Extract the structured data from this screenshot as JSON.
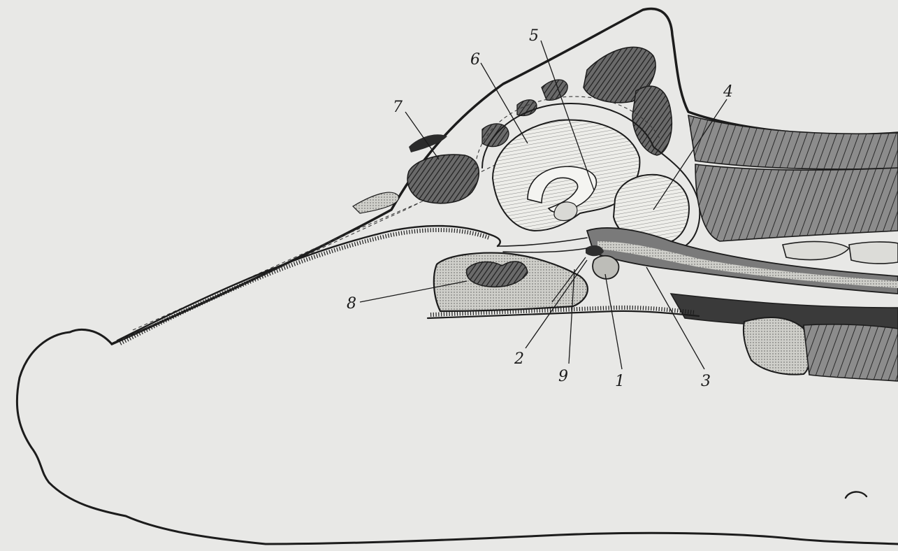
{
  "figure": {
    "labels": [
      {
        "id": "1",
        "text": "1"
      },
      {
        "id": "2",
        "text": "2"
      },
      {
        "id": "3",
        "text": "3"
      },
      {
        "id": "4",
        "text": "4"
      },
      {
        "id": "5",
        "text": "5"
      },
      {
        "id": "6",
        "text": "6"
      },
      {
        "id": "7",
        "text": "7"
      },
      {
        "id": "8",
        "text": "8"
      },
      {
        "id": "9",
        "text": "9"
      }
    ],
    "colors": {
      "paper": "#e9e9e6",
      "ink": "#1c1c1c",
      "hatch": "#2a2a2a"
    }
  }
}
